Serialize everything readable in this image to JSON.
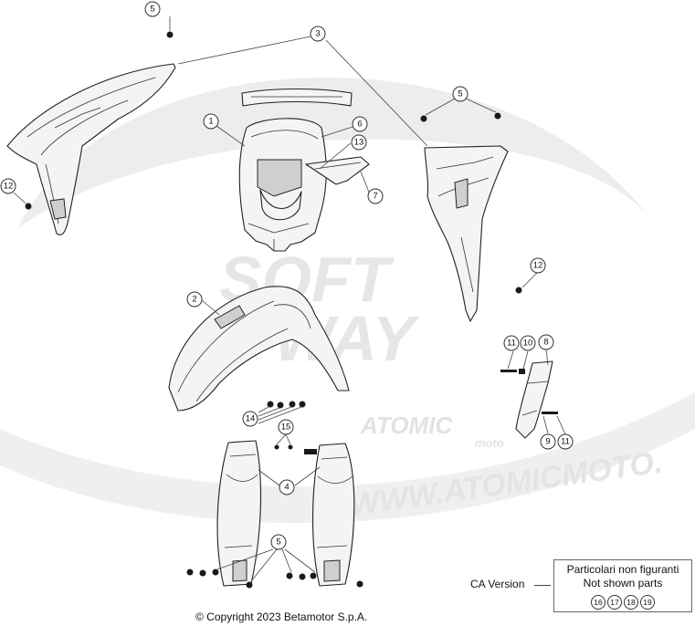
{
  "watermark": {
    "big_text_1": "SOFT",
    "big_text_2": "WAY",
    "brand": "ATOMIC",
    "brand_sub": "moto",
    "url": "WWW.ATOMICMOTO."
  },
  "callouts": {
    "c1": "1",
    "c2": "2",
    "c3": "3",
    "c4": "4",
    "c5a": "5",
    "c5b": "5",
    "c5c": "5",
    "c6": "6",
    "c7": "7",
    "c8": "8",
    "c9": "9",
    "c10": "10",
    "c11a": "11",
    "c11b": "11",
    "c12a": "12",
    "c12b": "12",
    "c13": "13",
    "c14": "14",
    "c15": "15"
  },
  "notes": {
    "line1": "Particolari non figuranti",
    "line2": "Not shown parts",
    "refs": [
      "16",
      "17",
      "18",
      "19"
    ],
    "version_label": "CA Version"
  },
  "copyright": "© Copyright 2023 Betamotor S.p.A.",
  "colors": {
    "ink": "#222222",
    "watermark": "#e6e6e6",
    "background": "#ffffff"
  }
}
